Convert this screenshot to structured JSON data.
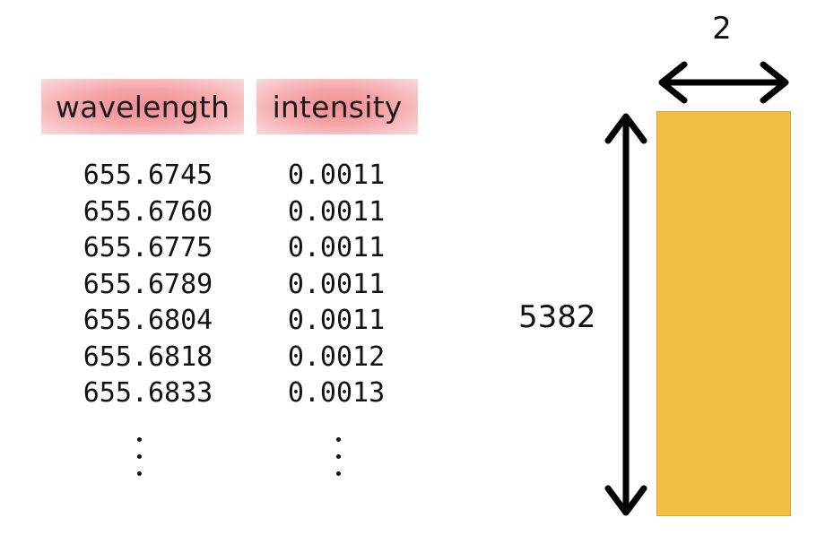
{
  "table": {
    "headers": {
      "wavelength": "wavelength",
      "intensity": "intensity"
    },
    "wavelength": [
      "655.6745",
      "655.6760",
      "655.6775",
      "655.6789",
      "655.6804",
      "655.6818",
      "655.6833"
    ],
    "intensity": [
      "0.0011",
      "0.0011",
      "0.0011",
      "0.0011",
      "0.0011",
      "0.0012",
      "0.0013"
    ]
  },
  "array_shape": {
    "width_label": "2",
    "height_label": "5382",
    "fill_color": "#f2bf42",
    "header_highlight_color": "#f28e93"
  }
}
